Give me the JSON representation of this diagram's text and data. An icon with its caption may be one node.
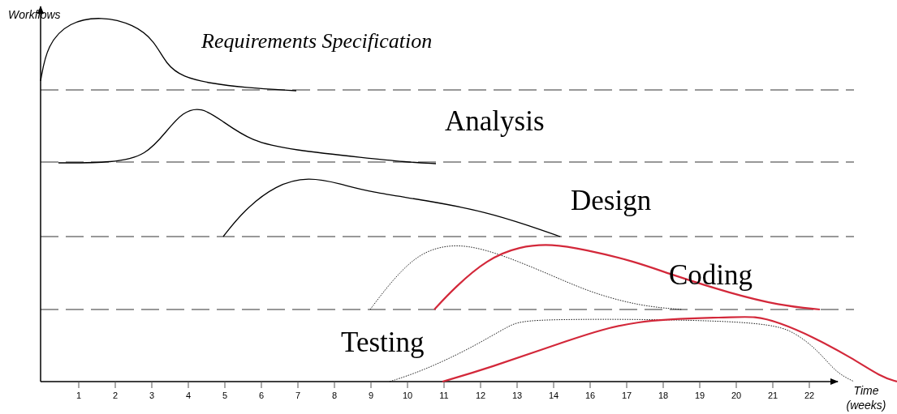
{
  "diagram": {
    "labels": [
      "Workflows",
      "Requirements Specification",
      "Analysis",
      "Design",
      "Coding",
      "Testing",
      "1",
      "2",
      "3",
      "4",
      "5",
      "6",
      "7",
      "8",
      "9",
      "10",
      "11",
      "12",
      "13",
      "14",
      "16",
      "17",
      "18",
      "19",
      "20",
      "21",
      "22",
      "Time (weeks)"
    ]
  }
}
